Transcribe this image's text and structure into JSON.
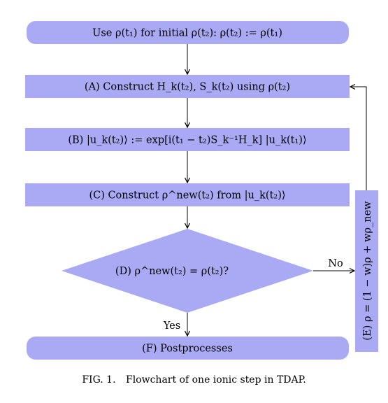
{
  "nodes": {
    "init": "Use ρ(t₁) for initial ρ(t₂): ρ(t₂) := ρ(t₁)",
    "a": "(A) Construct H_k(t₂), S_k(t₂) using ρ(t₂)",
    "b": "(B) |u_k(t₂)⟩ := exp[i(t₁ − t₂)S_k⁻¹H_k] |u_k(t₁)⟩",
    "c": "(C) Construct ρ^new(t₂) from |u_k(t₂)⟩",
    "d": "(D) ρ^new(t₂) = ρ(t₂)?",
    "e": "(E) ρ = (1 − w)ρ + wρ_new",
    "f": "(F) Postprocesses"
  },
  "edges": {
    "no_label": "No",
    "yes_label": "Yes"
  },
  "caption": {
    "label": "FIG. 1.",
    "text": "Flowchart of one ionic step in TDAP."
  },
  "colors": {
    "node_fill": "#aaaaf4",
    "edge": "#000000"
  }
}
